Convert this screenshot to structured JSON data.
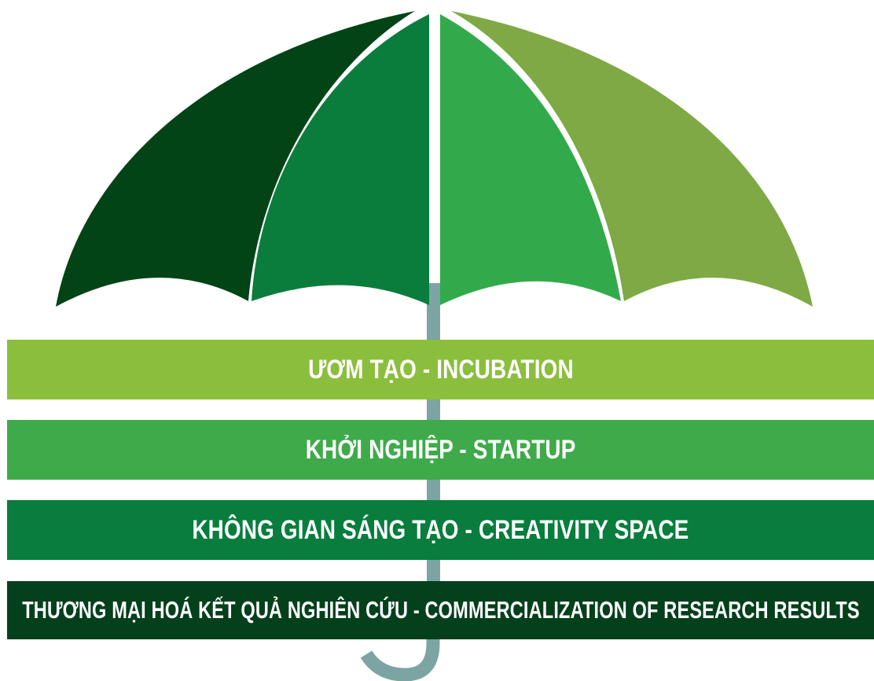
{
  "bands": [
    {
      "label": "ƯƠM TẠO - INCUBATION",
      "color": "#8cbe3e"
    },
    {
      "label": "KHỞI NGHIỆP - STARTUP",
      "color": "#3faa4a"
    },
    {
      "label": "KHÔNG GIAN SÁNG TẠO - CREATIVITY SPACE",
      "color": "#087d3d"
    },
    {
      "label": "THƯƠNG MẠI HOÁ KẾT QUẢ NGHIÊN CỨU - COMMERCIALIZATION OF RESEARCH RESULTS",
      "color": "#04401b"
    }
  ],
  "umbrella": {
    "panel_colors": [
      "#024416",
      "#0a7d3c",
      "#32aa4b",
      "#7ea944"
    ],
    "shaft_color": "#7ca4a2"
  }
}
